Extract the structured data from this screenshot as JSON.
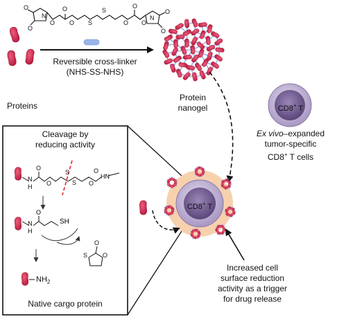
{
  "crosslinker": {
    "arrow_label_line1": "Reversible cross-linker",
    "arrow_label_line2": "(NHS-SS-NHS)"
  },
  "proteins": {
    "label": "Proteins"
  },
  "nanogel": {
    "label_line1": "Protein",
    "label_line2": "nanogel"
  },
  "tcell": {
    "name_prefix": "CD8",
    "name_sup": "+",
    "name_suffix": " T"
  },
  "tcell_caption": {
    "line1_italic": "Ex vivo",
    "line1_rest": "–expanded",
    "line2": "tumor-specific",
    "line3_prefix": "CD8",
    "line3_sup": "+",
    "line3_suffix": " T cells"
  },
  "inset": {
    "title_line1": "Cleavage by",
    "title_line2": "reducing activity",
    "cargo_label": "Native cargo protein",
    "amine_label": "NH",
    "amine_sub": "2",
    "sh_label": "SH",
    "hn_label": "HN",
    "n_label": "N",
    "h_label": "H"
  },
  "trigger_caption": {
    "line1": "Increased cell",
    "line2": "surface reduction",
    "line3": "activity as a trigger",
    "line4": "for drug release"
  },
  "colors": {
    "protein": "#d6284e",
    "protein_dark": "#9e1635",
    "cell_outer": "#c4b8d6",
    "cell_inner": "#6f5a8e",
    "halo": "#f6c9a0",
    "crosslink": "#9ab6e8",
    "cleave": "#e0242b"
  }
}
